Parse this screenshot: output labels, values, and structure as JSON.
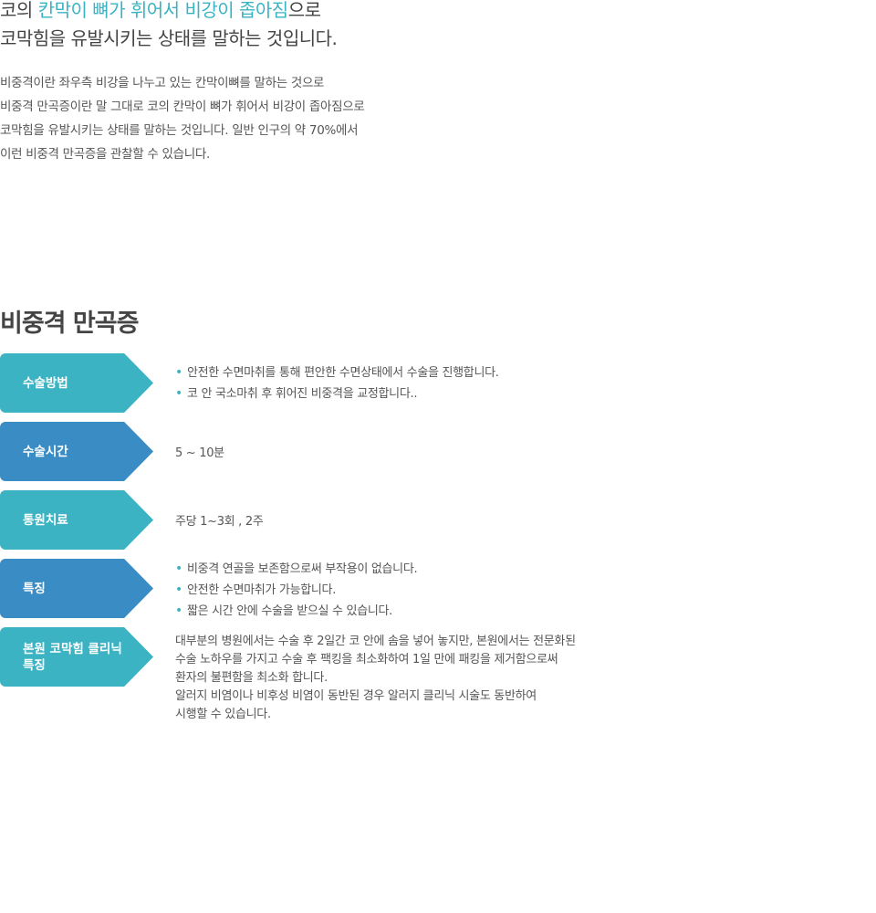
{
  "lead": {
    "pre": "코의 ",
    "accent": "칸막이 뼈가 휘어서 비강이 좁아짐",
    "post": "으로",
    "line2": "코막힘을 유발시키는 상태를 말하는 것입니다."
  },
  "intro": {
    "lines": [
      "비중격이란 좌우측 비강을 나누고 있는 칸막이뼈를 말하는 것으로",
      "비중격 만곡증이란 말 그대로 코의 칸막이 뼈가 휘어서 비강이 좁아짐으로",
      "코막힘을 유발시키는 상태를 말하는 것입니다. 일반 인구의 약 70%에서",
      "이런 비중격 만곡증을 관찰할 수 있습니다."
    ]
  },
  "section": {
    "title": "비중격 만곡증"
  },
  "colors": {
    "teal": "#3bb3c3",
    "blue": "#3a8cc5",
    "accent_text": "#3bb3c3"
  },
  "rows": [
    {
      "label": "수술방법",
      "bullets": [
        "안전한 수면마취를 통해 편안한 수면상태에서 수술을 진행합니다.",
        "코 안 국소마취 후 휘어진 비중격을 교정합니다.."
      ]
    },
    {
      "label": "수술시간",
      "text": "5 ~ 10분"
    },
    {
      "label": "통원치료",
      "text": "주당 1~3회 , 2주"
    },
    {
      "label": "특징",
      "bullets": [
        "비중격 연골을 보존함으로써 부작용이 없습니다.",
        "안전한 수면마취가 가능합니다.",
        "짧은 시간 안에 수술을 받으실 수 있습니다."
      ]
    },
    {
      "label_lines": [
        "본원 코막힘 클리닉",
        "특징"
      ],
      "paragraph": [
        "대부분의 병원에서는 수술 후 2일간 코 안에 솜을 넣어 놓지만, 본원에서는 전문화된",
        "수술 노하우를 가지고 수술 후 팩킹을 최소화하여 1일 만에 패킹을 제거함으로써",
        "환자의 불편함을 최소화 합니다.",
        "알러지 비염이나 비후성 비염이 동반된 경우 알러지 클리닉 시술도 동반하여",
        "시행할 수 있습니다."
      ]
    }
  ]
}
